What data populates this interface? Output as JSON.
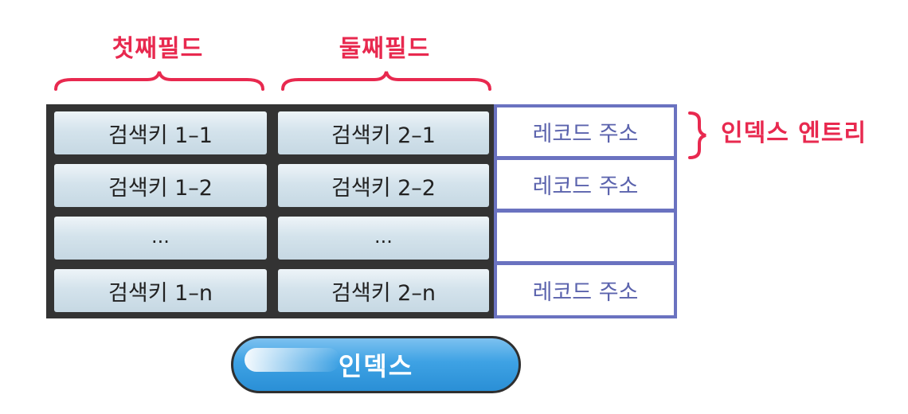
{
  "field_labels": {
    "first": "첫째필드",
    "second": "둘째필드"
  },
  "rows": [
    {
      "key1": "검색키 1–1",
      "key2": "검색키 2–1",
      "address": "레코드 주소"
    },
    {
      "key1": "검색키 1–2",
      "key2": "검색키 2–2",
      "address": "레코드 주소"
    },
    {
      "key1": "...",
      "key2": "...",
      "address": ""
    },
    {
      "key1": "검색키 1–n",
      "key2": "검색키 2–n",
      "address": "레코드 주소"
    }
  ],
  "index_entry_label": "인덱스 엔트리",
  "index_button_label": "인덱스",
  "colors": {
    "accent_red": "#e8294f",
    "address_blue": "#5b63ad",
    "frame_dark": "#333333",
    "pill_blue": "#3ea2e4"
  }
}
